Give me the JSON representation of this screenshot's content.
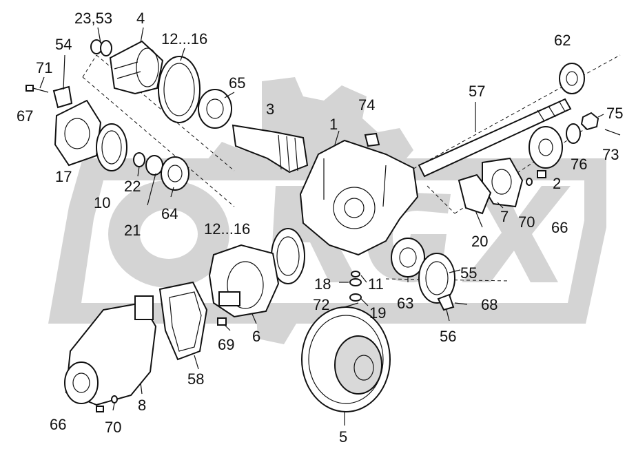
{
  "diagram": {
    "watermark": {
      "color": "#d4d4d4"
    },
    "labels": [
      {
        "id": "l-23-53",
        "text": "23,53"
      },
      {
        "id": "l-4",
        "text": "4"
      },
      {
        "id": "l-12-16-top",
        "text": "12...16"
      },
      {
        "id": "l-54",
        "text": "54"
      },
      {
        "id": "l-71",
        "text": "71"
      },
      {
        "id": "l-67",
        "text": "67"
      },
      {
        "id": "l-65",
        "text": "65"
      },
      {
        "id": "l-3",
        "text": "3"
      },
      {
        "id": "l-74",
        "text": "74"
      },
      {
        "id": "l-1",
        "text": "1"
      },
      {
        "id": "l-57",
        "text": "57"
      },
      {
        "id": "l-62",
        "text": "62"
      },
      {
        "id": "l-75",
        "text": "75"
      },
      {
        "id": "l-73",
        "text": "73"
      },
      {
        "id": "l-76",
        "text": "76"
      },
      {
        "id": "l-2",
        "text": "2"
      },
      {
        "id": "l-17",
        "text": "17"
      },
      {
        "id": "l-10",
        "text": "10"
      },
      {
        "id": "l-22",
        "text": "22"
      },
      {
        "id": "l-21",
        "text": "21"
      },
      {
        "id": "l-64",
        "text": "64"
      },
      {
        "id": "l-12-16-mid",
        "text": "12...16"
      },
      {
        "id": "l-7",
        "text": "7"
      },
      {
        "id": "l-70-right",
        "text": "70"
      },
      {
        "id": "l-66-right",
        "text": "66"
      },
      {
        "id": "l-20",
        "text": "20"
      },
      {
        "id": "l-55",
        "text": "55"
      },
      {
        "id": "l-18",
        "text": "18"
      },
      {
        "id": "l-11",
        "text": "11"
      },
      {
        "id": "l-19",
        "text": "19"
      },
      {
        "id": "l-72",
        "text": "72"
      },
      {
        "id": "l-63",
        "text": "63"
      },
      {
        "id": "l-68",
        "text": "68"
      },
      {
        "id": "l-56",
        "text": "56"
      },
      {
        "id": "l-69",
        "text": "69"
      },
      {
        "id": "l-6",
        "text": "6"
      },
      {
        "id": "l-58",
        "text": "58"
      },
      {
        "id": "l-8",
        "text": "8"
      },
      {
        "id": "l-66-bottom",
        "text": "66"
      },
      {
        "id": "l-70-bottom",
        "text": "70"
      },
      {
        "id": "l-5",
        "text": "5"
      }
    ]
  }
}
